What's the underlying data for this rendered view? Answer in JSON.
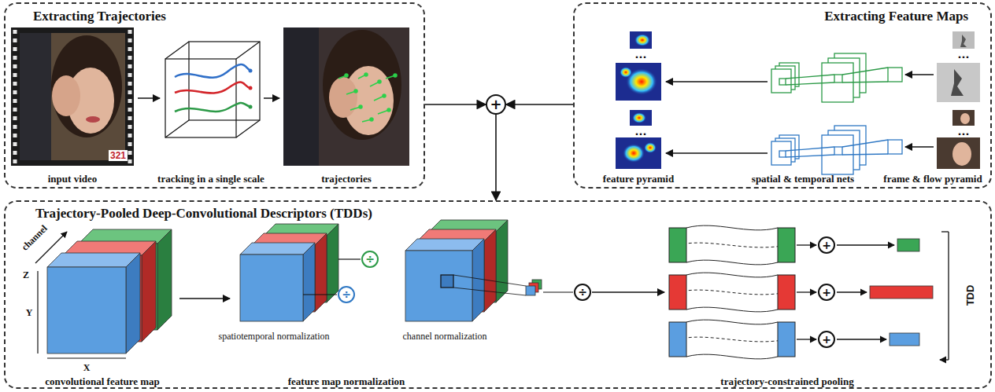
{
  "diagram": {
    "nodes": [
      {
        "text": [
          "Extracting Trajectories"
        ]
      },
      {
        "text": [
          "+"
        ]
      },
      {
        "text": [
          "Extracting Feature Maps"
        ]
      },
      {
        "text": [
          "Trajectory-Pooled Deep-Convolutional Descriptors (TDDs)"
        ]
      }
    ],
    "edges": [
      {
        "from": 0,
        "to": 1,
        "arrow": "to"
      },
      {
        "from": 2,
        "to": 1,
        "arrow": "to"
      },
      {
        "from": 1,
        "to": 3,
        "arrow": "to"
      }
    ],
    "labels": [
      "321",
      "input video",
      "tracking in a single scale",
      "trajectories",
      "...",
      "...",
      "...",
      "...",
      "feature pyramid",
      "spatial & temporal nets",
      "frame & flow pyramid",
      "channel",
      "Z",
      "Y",
      "X",
      "convolutional feature map",
      "÷",
      "÷",
      "spatiotemporal normalization",
      "channel normalization",
      "÷",
      "feature map normalization",
      "+",
      "+",
      "+",
      "trajectory-constrained pooling",
      "TDD"
    ]
  }
}
